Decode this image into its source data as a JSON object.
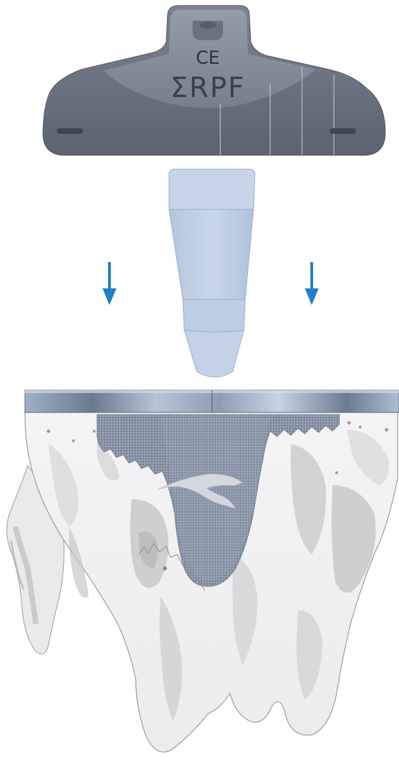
{
  "insert": {
    "ce_mark": "CE",
    "brand_mark": "ΣRPF"
  },
  "arrows": {
    "count": 2,
    "direction": "down",
    "color": "#1f7fc9"
  },
  "colors": {
    "insert_dark": "#5f6675",
    "insert_mid": "#737b8a",
    "insert_light": "#8d95a3",
    "peg_fill": "#bfd0e6",
    "peg_shade": "#a9bedb",
    "tray_steel": "#a9b8cc",
    "tray_dark": "#5c6879",
    "porous_coat": "#8b97a8",
    "bone_light": "#f3f3f4",
    "bone_mid": "#d9d9db",
    "bone_dark": "#bdbdc0"
  }
}
